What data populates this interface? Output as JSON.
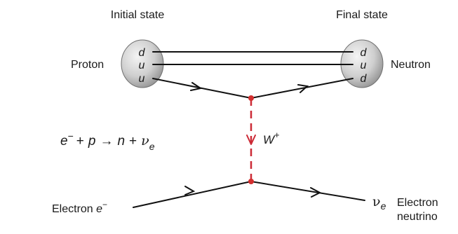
{
  "initial_state_label": "Initial state",
  "final_state_label": "Final state",
  "proton_label": "Proton",
  "neutron_label": "Neutron",
  "proton_quarks": [
    "d",
    "u",
    "u"
  ],
  "neutron_quarks": [
    "d",
    "u",
    "d"
  ],
  "boson": {
    "symbol": "W",
    "charge": "+"
  },
  "equation": {
    "electron": "e",
    "electron_charge": "−",
    "plus1": "+",
    "proton": "p",
    "arrow": "→",
    "neutron": "n",
    "plus2": "+",
    "neutrino": "ν",
    "neutrino_sub": "e"
  },
  "electron_label": {
    "text": "Electron ",
    "symbol": "e",
    "charge": "−"
  },
  "neutrino_symbol": {
    "symbol": "ν",
    "sub": "e"
  },
  "neutrino_label": {
    "line1": "Electron",
    "line2": "neutrino"
  },
  "colors": {
    "boson_line": "#cc2a36",
    "vertex": "#d32f2f",
    "line": "#111111",
    "nucleon_fill_light": "#f2f2f2",
    "nucleon_fill_dark": "#8c8c8c"
  }
}
